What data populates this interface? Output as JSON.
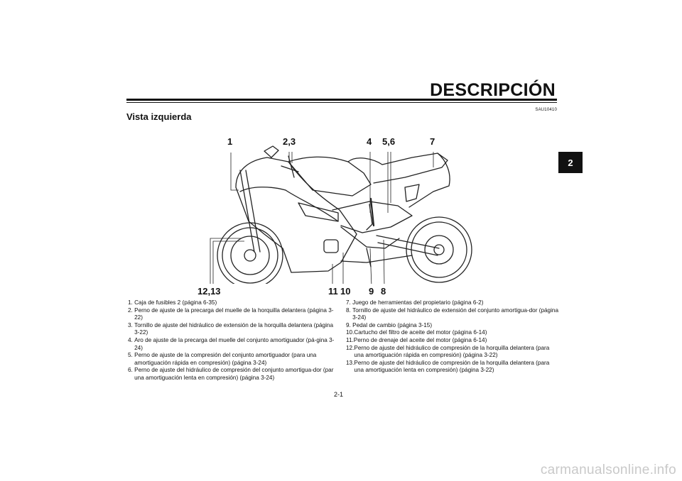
{
  "header": {
    "title": "DESCRIPCIÓN",
    "section_code": "SAU10410",
    "section_title": "Vista izquierda",
    "chapter_tab": "2"
  },
  "diagram": {
    "callouts": {
      "c1": "1",
      "c23": "2,3",
      "c4": "4",
      "c56": "5,6",
      "c7": "7",
      "c1213": "12,13",
      "c11": "11",
      "c10": "10",
      "c9": "9",
      "c8": "8"
    }
  },
  "legend": {
    "left": [
      {
        "num": "1. ",
        "text": "Caja de fusibles 2 (página 6-35)"
      },
      {
        "num": "2. ",
        "text": "Perno de ajuste de la precarga del muelle de la horquilla delantera (página 3-22)"
      },
      {
        "num": "3. ",
        "text": "Tornillo de ajuste del hidráulico de extensión de la horquilla delantera (página 3-22)"
      },
      {
        "num": "4. ",
        "text": "Aro de ajuste de la precarga del muelle del conjunto amortiguador (pá-gina 3-24)"
      },
      {
        "num": "5. ",
        "text": "Perno de ajuste de la compresión del conjunto amortiguador (para una amortiguación rápida en compresión) (página 3-24)"
      },
      {
        "num": "6. ",
        "text": "Perno de ajuste del hidráulico de compresión del conjunto amortigua-dor (par una amortiguación lenta en compresión) (página 3-24)"
      }
    ],
    "right": [
      {
        "num": "7. ",
        "text": "Juego de herramientas del propietario (página 6-2)"
      },
      {
        "num": "8. ",
        "text": "Tornillo de ajuste del hidráulico de extensión del conjunto amortigua-dor (página 3-24)"
      },
      {
        "num": "9. ",
        "text": "Pedal de cambio (página 3-15)"
      },
      {
        "num": "10.",
        "text": "Cartucho del filtro de aceite del motor (página 6-14)"
      },
      {
        "num": "11.",
        "text": "Perno de drenaje del aceite del motor (página 6-14)"
      },
      {
        "num": "12.",
        "text": "Perno de ajuste del hidráulico de compresión de la horquilla delantera (para una amortiguación rápida en compresión) (página 3-22)"
      },
      {
        "num": "13.",
        "text": "Perno de ajuste del hidráulico de compresión de la horquilla delantera (para una amortiguación lenta en compresión) (página 3-22)"
      }
    ]
  },
  "footer": {
    "page_number": "2-1",
    "watermark": "carmanualsonline.info"
  }
}
